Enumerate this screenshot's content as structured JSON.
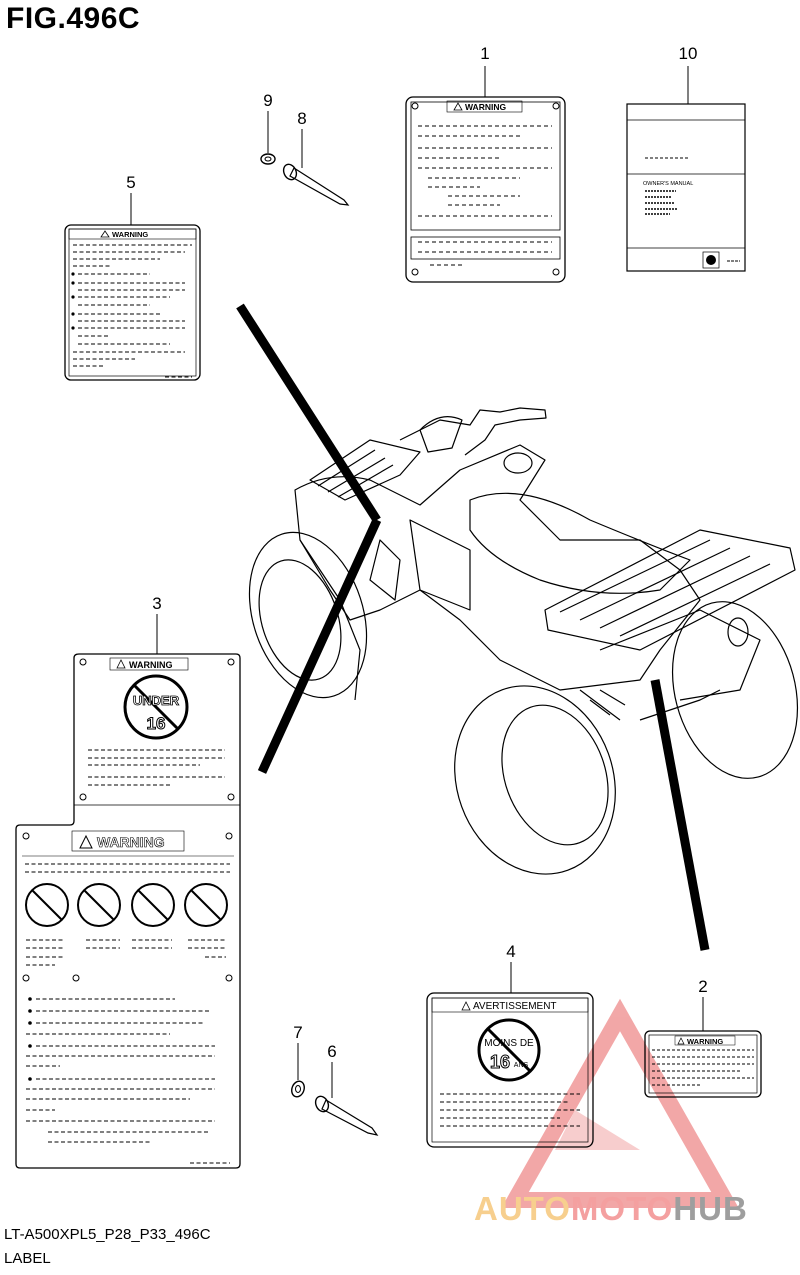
{
  "figure": {
    "title": "FIG.496C",
    "code": "LT-A500XPL5_P28_P33_496C",
    "label": "LABEL"
  },
  "callouts": [
    "1",
    "2",
    "3",
    "4",
    "5",
    "6",
    "7",
    "8",
    "9",
    "10"
  ],
  "labels": {
    "warning": "WARNING",
    "avertissement": "AVERTISSEMENT",
    "under16_top": "UNDER",
    "under16_num": "16",
    "moins_top": "MOINS DE",
    "moins_num": "16",
    "moins_unit": "ANS",
    "owners_manual": "OWNER'S MANUAL"
  },
  "watermark": {
    "part1": "AUTO",
    "part2": "MOTO",
    "part3": "HUB",
    "color_auto": "#f7cf8e",
    "color_moto": "#f4a0a0",
    "color_hub": "#9e9e9e"
  }
}
